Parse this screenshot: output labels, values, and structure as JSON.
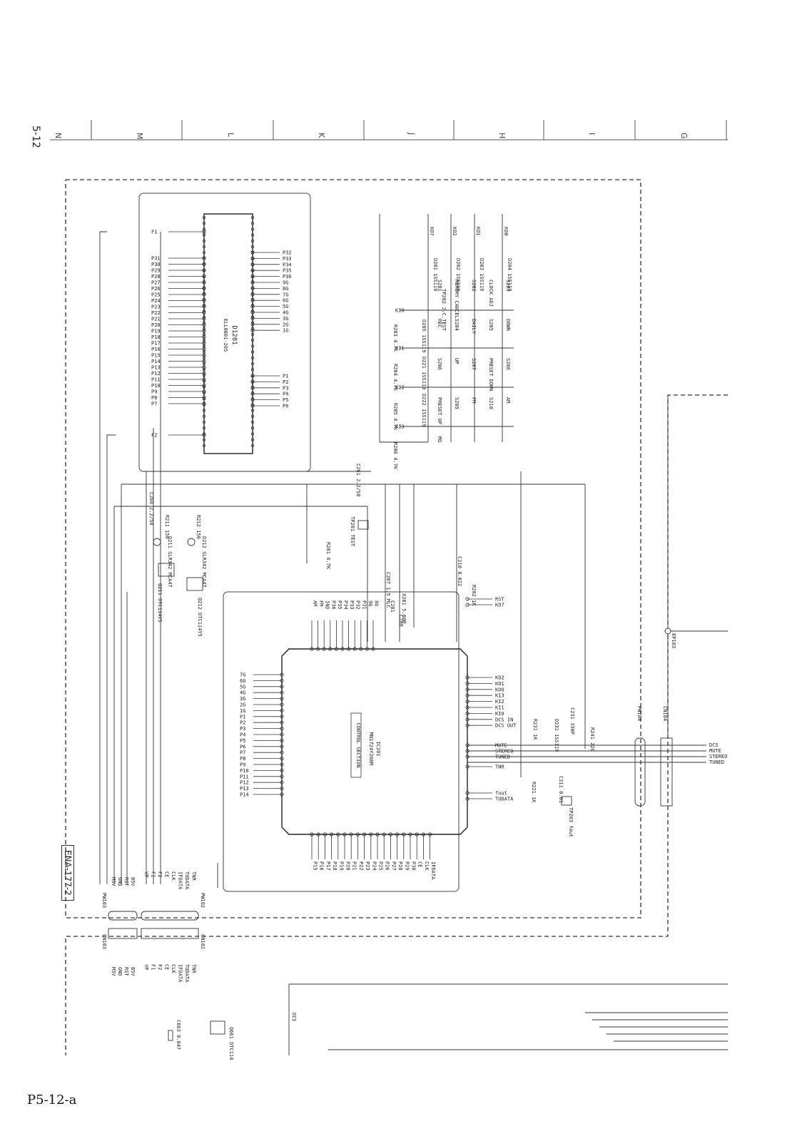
{
  "page": {
    "number": "5-12",
    "footer": "P5-12-a",
    "ruler_letters": [
      "N",
      "M",
      "L",
      "K",
      "J",
      "H",
      "I",
      "G"
    ]
  },
  "board": {
    "label": "ENA-177-2"
  },
  "display": {
    "ref": "D1201",
    "part": "ELL0001-205",
    "pins_left": [
      "F1",
      "P31",
      "P30",
      "P29",
      "P28",
      "P27",
      "P26",
      "P25",
      "P24",
      "P23",
      "P22",
      "P21",
      "P20",
      "P19",
      "P18",
      "P17",
      "P16",
      "P15",
      "P14",
      "P13",
      "P12",
      "P11",
      "P10",
      "P9",
      "P8",
      "P7",
      "F2"
    ],
    "pins_right_top": [
      "P32",
      "P33",
      "P34",
      "P35",
      "P36",
      "9G",
      "8G",
      "7G",
      "6G",
      "5G",
      "4G",
      "3G",
      "2G",
      "1G"
    ],
    "pins_right_bottom": [
      "P1",
      "P2",
      "P3",
      "P4",
      "P5",
      "P6"
    ]
  },
  "keys": {
    "outputs": [
      "KO7",
      "KO2",
      "KO1",
      "KO0"
    ],
    "inputs": [
      "KI0",
      "KI1",
      "KI2",
      "KI3"
    ],
    "switches": [
      "S201",
      "MEMORY CANCEL",
      "S202",
      "CLOCK ADJ",
      "S203",
      "REC",
      "S204",
      "DAILY",
      "S205",
      "DOWN",
      "S206",
      "UP",
      "S207",
      "PRESET DOWN",
      "S208",
      "PRESET UP",
      "S209",
      "FM",
      "S210",
      "AM",
      "MD"
    ],
    "diodes": [
      "D201 1SS119",
      "D202 1SS119",
      "D203 1SS119",
      "D204 1SS119",
      "D205 1SS119",
      "D221 1SS119",
      "D222 1SS119"
    ],
    "resistors": [
      "R203 4.7K",
      "R204 4.7K",
      "R205 4.7K",
      "R206 4.7K"
    ],
    "test_point": "TP202 J.C.TEST"
  },
  "misc_parts": [
    "C260 2.2/50",
    "C261 2.2/50",
    "R211 150",
    "R212 150",
    "D211 SLR342 MCA47",
    "D212 SLR342 MCA47",
    "Q211 DTC114Y5",
    "Q212 DTC114Y5",
    "TP201 TEST",
    "R201 4.7K",
    "C207 1.5 MLC",
    "C210 0.022",
    "R202 1K",
    "X201 5.00M",
    "C201",
    "C208",
    "C211 0.01",
    "R221 1K",
    "R231 1K",
    "D231 1SS119",
    "C231 330P",
    "R241 220",
    "TP203 fout",
    "EP103"
  ],
  "mcu": {
    "ref": "IC201",
    "part": "MN1724Y26BM",
    "section": "CONTROL SECTION",
    "left_pins": [
      "7G",
      "6G",
      "5G",
      "4G",
      "3G",
      "2G",
      "1G",
      "P1",
      "P2",
      "P3",
      "P4",
      "P5",
      "P6",
      "P7",
      "P8",
      "P9",
      "P10",
      "P11",
      "P12",
      "P13",
      "P14"
    ],
    "top_pins": [
      "AM",
      "FM",
      "IND",
      "P36",
      "P35",
      "P34",
      "P33",
      "P32",
      "P31",
      "9G",
      "8G"
    ],
    "right_signals": [
      "RST",
      "KO7",
      "KO2",
      "KO1",
      "KO0",
      "KI3",
      "KI2",
      "KI1",
      "KI0",
      "DCS IN",
      "DCS OUT",
      "MUTE",
      "STEREO",
      "TUNED",
      "TNR",
      "fout",
      "TUDATA"
    ],
    "bottom_pins": [
      "P15",
      "P16",
      "P17",
      "P18",
      "P19",
      "P20",
      "P21",
      "P22",
      "P23",
      "P24",
      "P25",
      "P26",
      "P27",
      "P28",
      "P29",
      "P30",
      "CE",
      "CLK",
      "IFDATA"
    ]
  },
  "connectors": {
    "right": {
      "ref_a": "PW104",
      "ref_b": "CN104",
      "signals": [
        "DCS",
        "MUTE",
        "STEREO",
        "TUNED"
      ]
    },
    "bottom_left": {
      "ref_a": "PW103",
      "ref_b": "CN103",
      "signals": [
        "M5V",
        "GND",
        "RST",
        "B5V"
      ]
    },
    "bottom_mid": {
      "ref_a": "PW102",
      "ref_b": "CN102",
      "signals": [
        "VP",
        "F1",
        "F2",
        "CE",
        "CLK",
        "IFDATA",
        "TUDATA",
        "TNR"
      ]
    },
    "lower_part": "Q661 DTC114",
    "lower_cap": "C663 0.047",
    "lower_signal": "DCS"
  }
}
